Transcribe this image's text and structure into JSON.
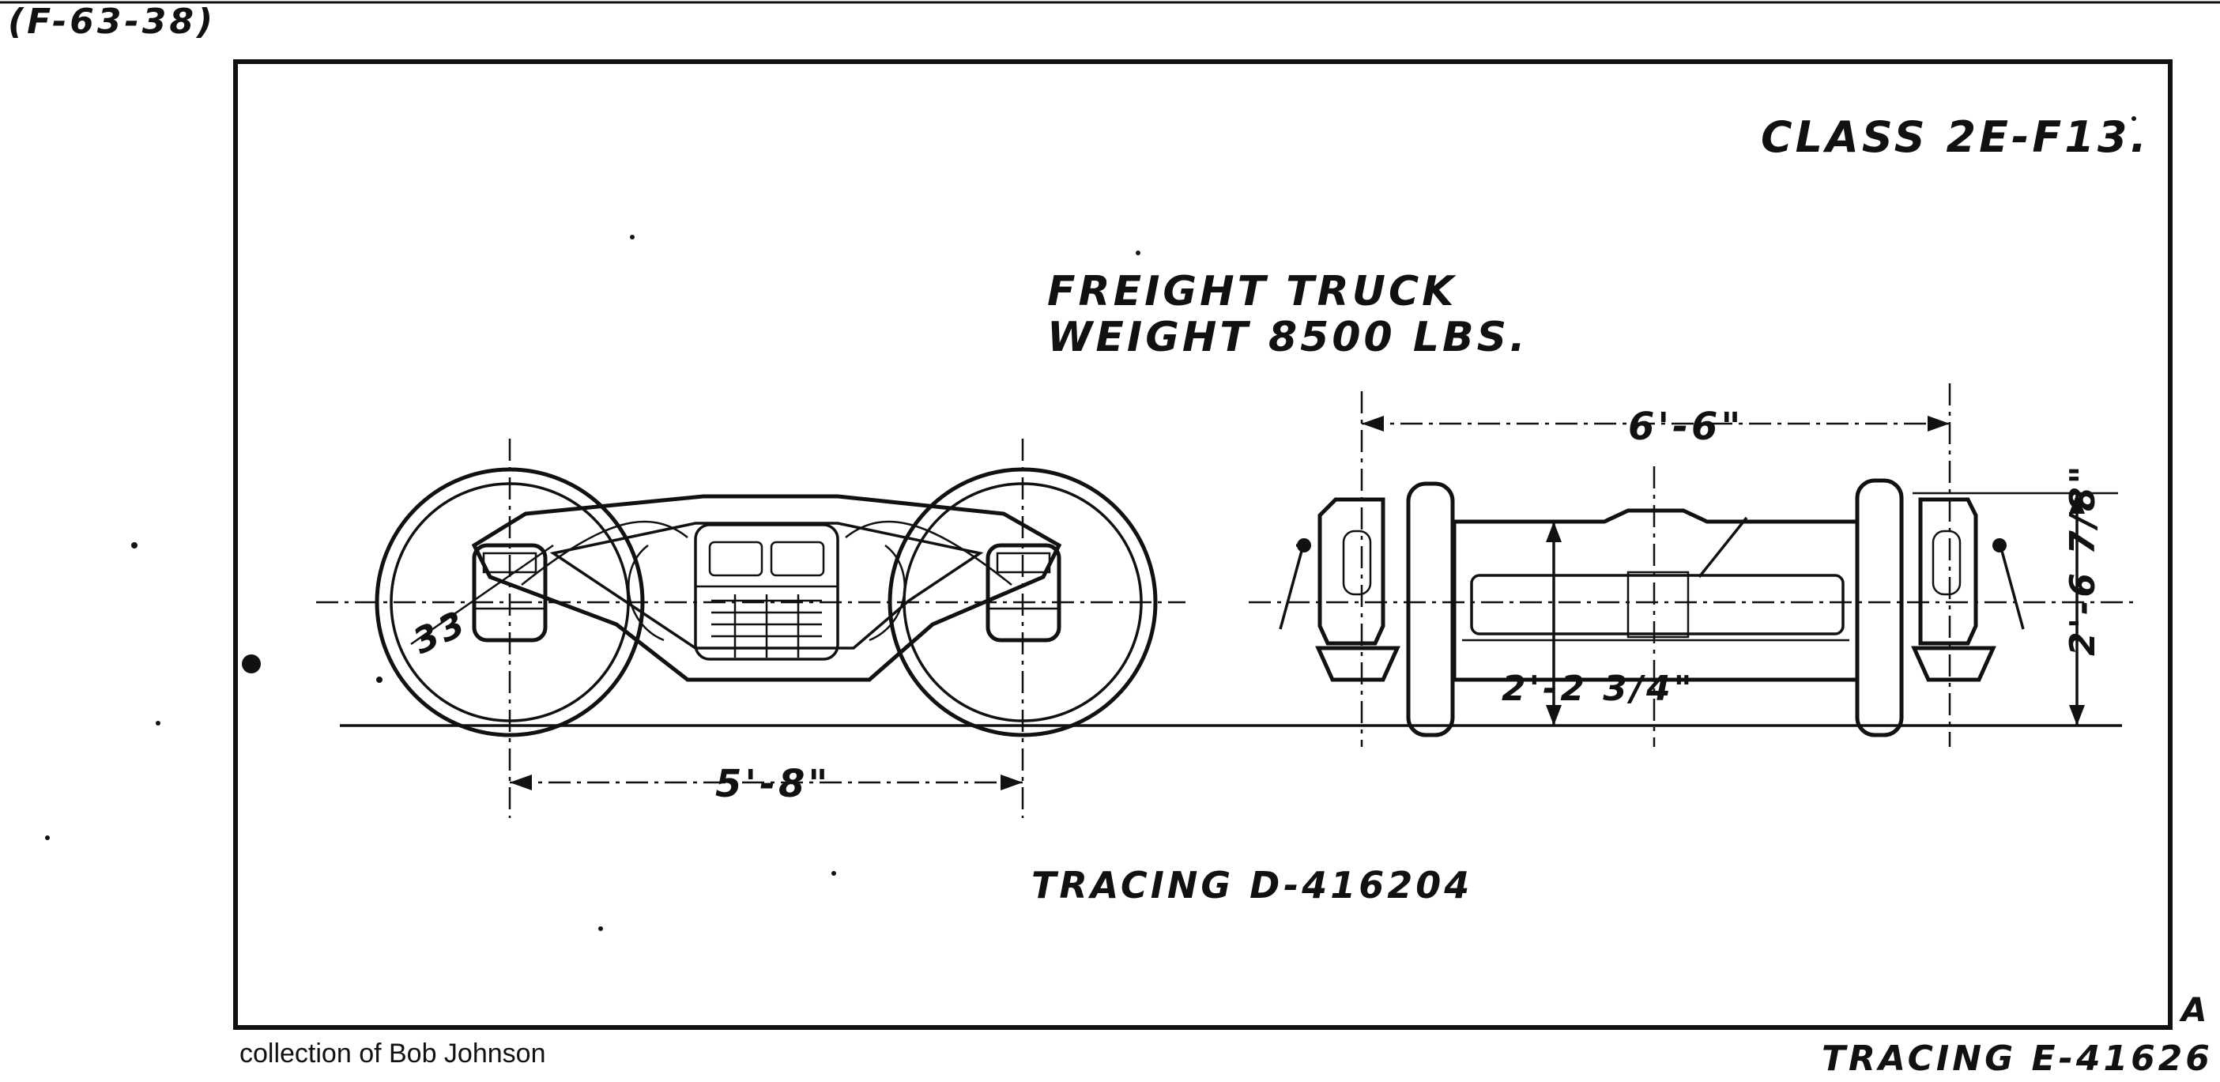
{
  "labels": {
    "ref_code": "(F-63-38)",
    "class": "CLASS 2E-F13.",
    "title_line1": "FREIGHT TRUCK",
    "title_line2": "WEIGHT 8500 LBS.",
    "wheel_diameter": "33",
    "wheelbase": "5'-8\"",
    "gauge_width": "6'-6\"",
    "height_overall": "2'-6 7/8\"",
    "height_inner": "2'-2 3/4\"",
    "tracing_d": "TRACING D-416204",
    "tracing_e": "TRACING E-41626",
    "corner_mark": "A",
    "credit": "collection of Bob Johnson"
  }
}
